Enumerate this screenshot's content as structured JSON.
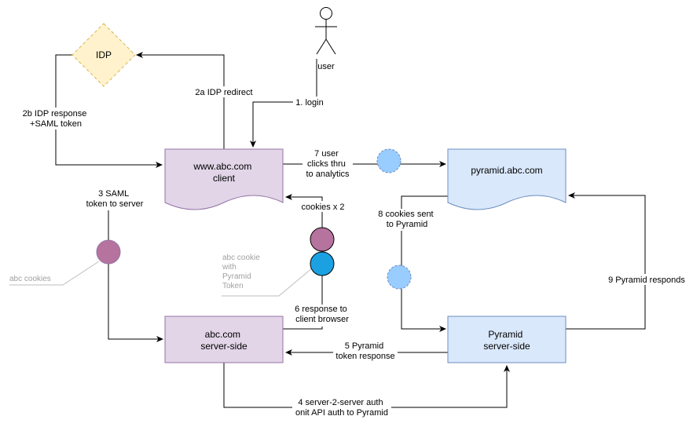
{
  "nodes": {
    "idp": "IDP",
    "user": "user",
    "abc_client": [
      "www.abc.com",
      "client"
    ],
    "pyramid_client": "pyramid.abc.com",
    "abc_server": [
      "abc.com",
      "server-side"
    ],
    "pyramid_server": [
      "Pyramid",
      "server-side"
    ]
  },
  "edges": {
    "e1": "1. login",
    "e2a": "2a IDP redirect",
    "e2b": [
      "2b IDP response",
      "+SAML token"
    ],
    "e3": [
      "3 SAML",
      "token to server"
    ],
    "e4": [
      "4 server-2-server auth",
      "onit API auth to Pyramid"
    ],
    "e5": [
      "5 Pyramid",
      "token response"
    ],
    "e6": [
      "6 response to",
      "client browser"
    ],
    "e7": [
      "7 user",
      "clicks thru",
      "to analytics"
    ],
    "e8": [
      "8 cookies sent",
      "to Pyramid"
    ],
    "e9": "9 Pyramid responds",
    "cookies_x2": "cookies x 2"
  },
  "annotations": {
    "abc_cookies": "abc cookies",
    "abc_cookie_pyramid": [
      "abc cookie",
      "with",
      "Pyramid",
      "Token"
    ]
  },
  "colors": {
    "purple_fill": "#e1d5e7",
    "purple_stroke": "#9673a6",
    "blue_fill": "#dae8fc",
    "blue_stroke": "#6c8ebf",
    "idp_fill": "#fff2cc",
    "idp_stroke": "#d6b656",
    "abc_cookie_dot": "#b5739d",
    "pyramid_token_dot": "#1ba1e2",
    "dashed_dot": "#99ccff"
  }
}
